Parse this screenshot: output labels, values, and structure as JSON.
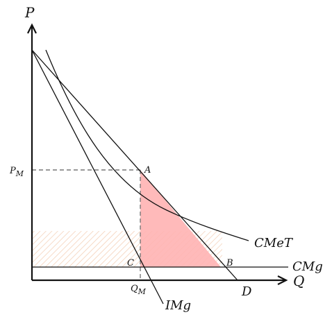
{
  "axes": {
    "y_label": "P",
    "x_label": "Q"
  },
  "ticks": {
    "price_main": "P",
    "price_sub": "M",
    "qty_main": "Q",
    "qty_sub": "M"
  },
  "points": {
    "A": "A",
    "B": "B",
    "C": "C"
  },
  "curves": {
    "average_cost": "CMeT",
    "marginal_cost": "CMg",
    "demand": "D",
    "marginal_revenue": "IMg"
  },
  "colors": {
    "deadweight_fill": "#ffb3b3",
    "hatch": "#f2c7aa",
    "dashed": "#777777",
    "line": "#111111"
  }
}
